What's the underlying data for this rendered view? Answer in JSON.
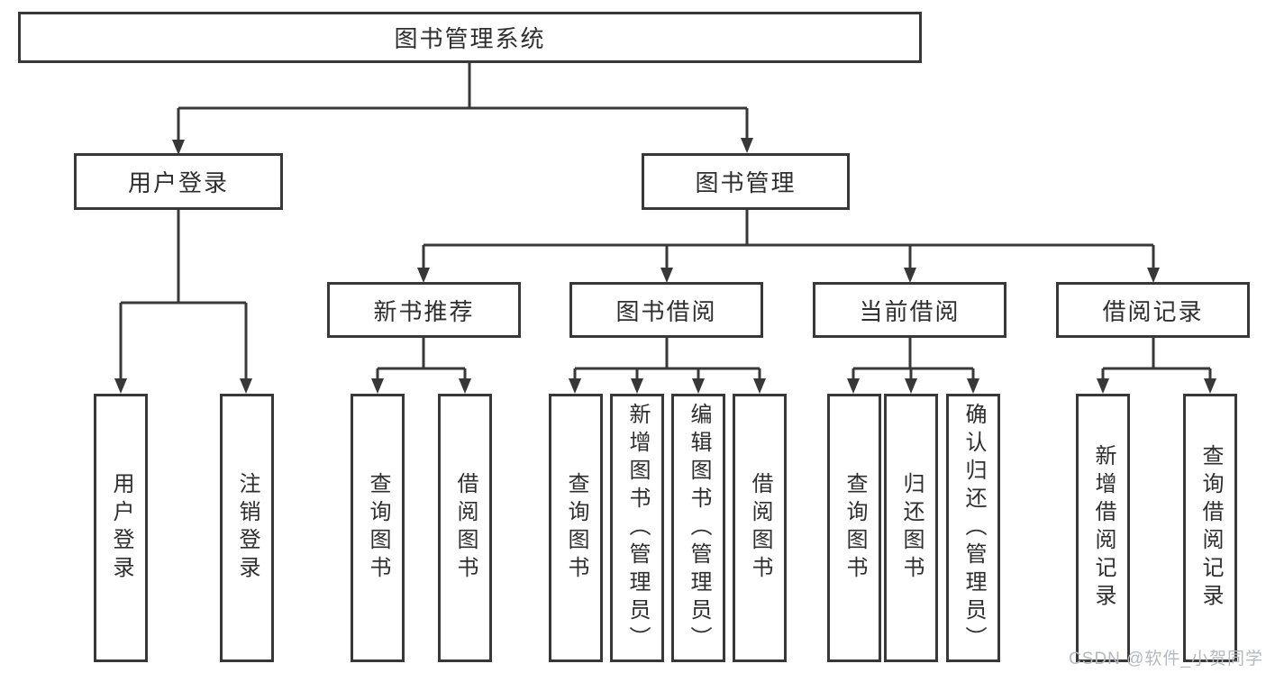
{
  "tree": {
    "root": {
      "label": "图书管理系统"
    },
    "branches": [
      {
        "label": "用户登录",
        "children": [
          {
            "label": "用户登录"
          },
          {
            "label": "注销登录"
          }
        ]
      },
      {
        "label": "图书管理",
        "children": [
          {
            "label": "新书推荐",
            "children": [
              {
                "label": "查询图书"
              },
              {
                "label": "借阅图书"
              }
            ]
          },
          {
            "label": "图书借阅",
            "children": [
              {
                "label": "查询图书"
              },
              {
                "label": "新增图书（管理员）"
              },
              {
                "label": "编辑图书（管理员）"
              },
              {
                "label": "借阅图书"
              }
            ]
          },
          {
            "label": "当前借阅",
            "children": [
              {
                "label": "查询图书"
              },
              {
                "label": "归还图书"
              },
              {
                "label": "确认归还（管理员）"
              }
            ]
          },
          {
            "label": "借阅记录",
            "children": [
              {
                "label": "新增借阅记录"
              },
              {
                "label": "查询借阅记录"
              }
            ]
          }
        ]
      }
    ]
  },
  "watermark": {
    "text": "CSDN @软件_小贺同学"
  },
  "colors": {
    "line": "#383838",
    "text": "#2e2e2e",
    "background": "#ffffff",
    "watermark": "#b4b8bf"
  }
}
